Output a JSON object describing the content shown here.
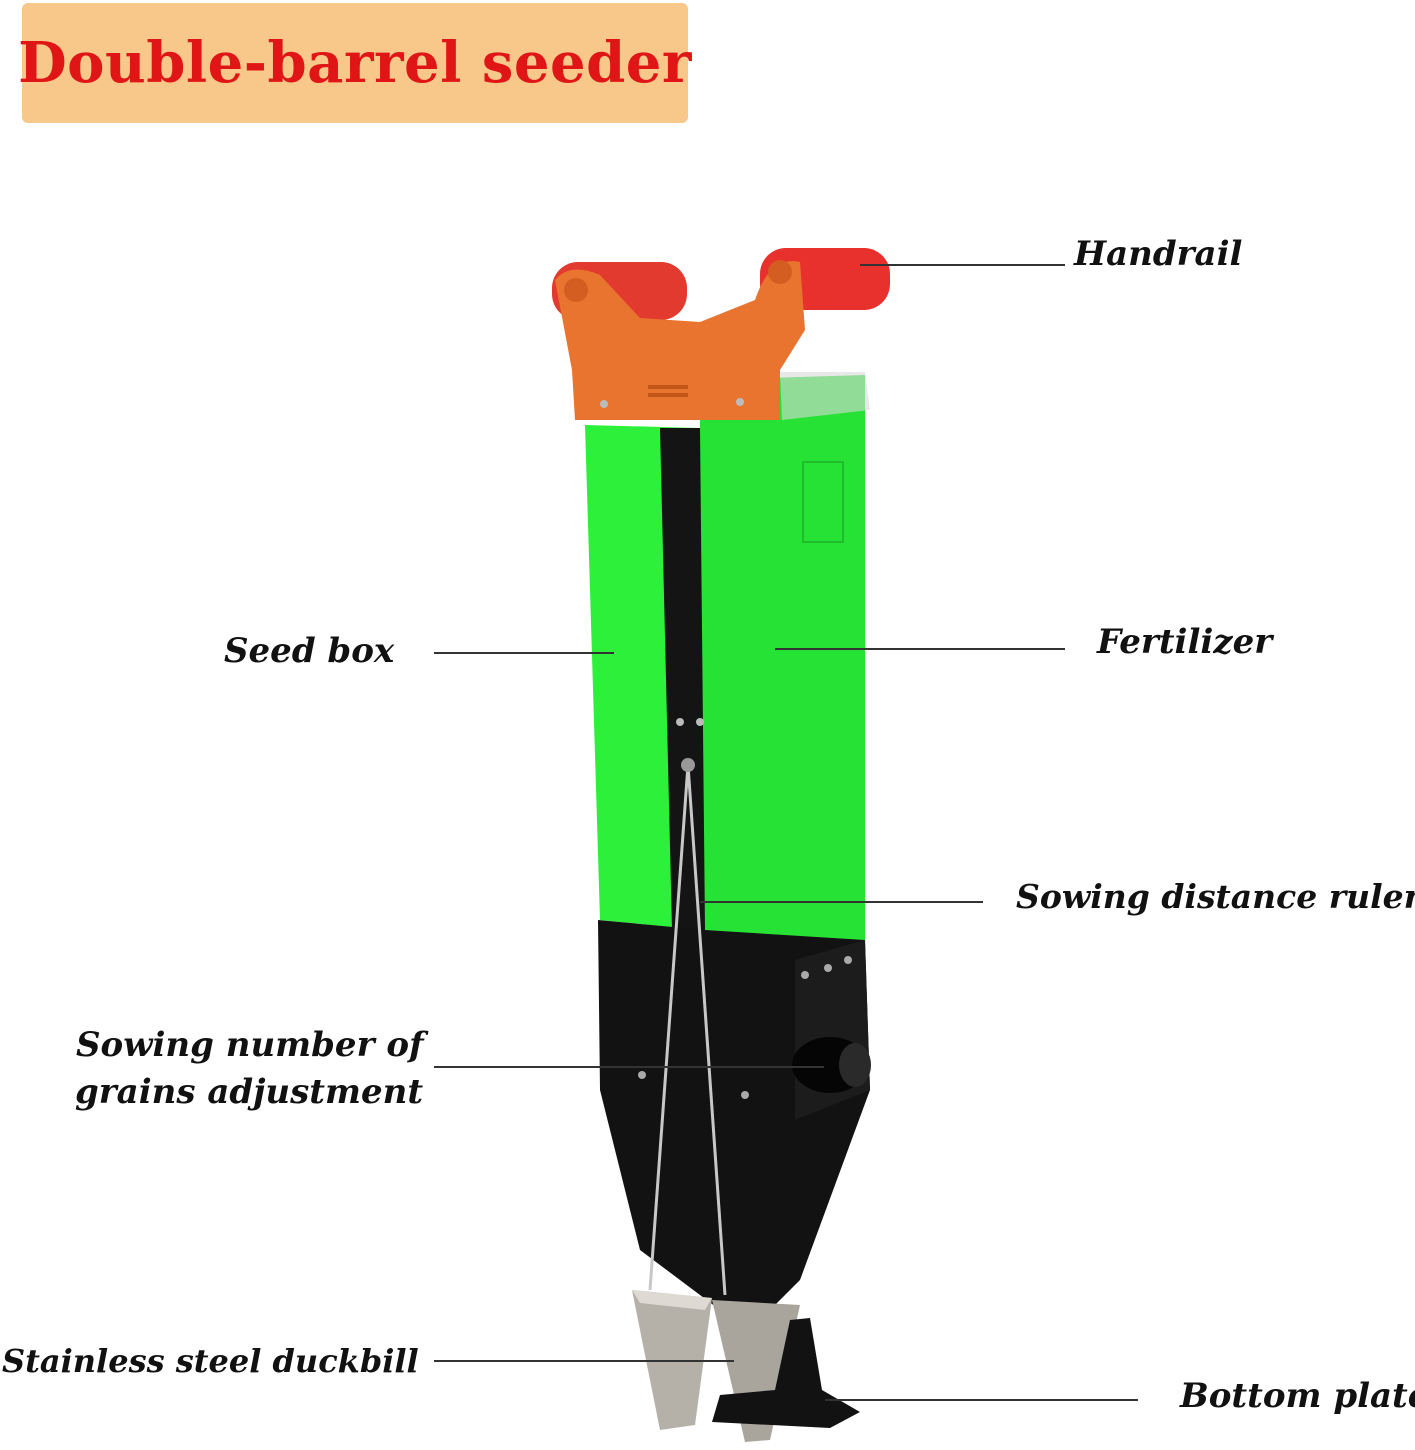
{
  "title": "Double-barrel seeder",
  "colors": {
    "title_bg": "#f8c88b",
    "title_text": "#e01616",
    "handle_red": "#e8312d",
    "handle_orange": "#e8742f",
    "box_green": "#2cf03a",
    "frame_black": "#121212",
    "steel": "#b5b0a8"
  },
  "labels": {
    "handrail": "Handrail",
    "seed_box": "Seed box",
    "fertilizer": "Fertilizer",
    "sowing_distance_ruler": "Sowing distance ruler",
    "grains_adjustment_line1": "Sowing number of",
    "grains_adjustment_line2": "grains adjustment",
    "duckbill": "Stainless steel duckbill",
    "bottom_plate": "Bottom plate"
  }
}
